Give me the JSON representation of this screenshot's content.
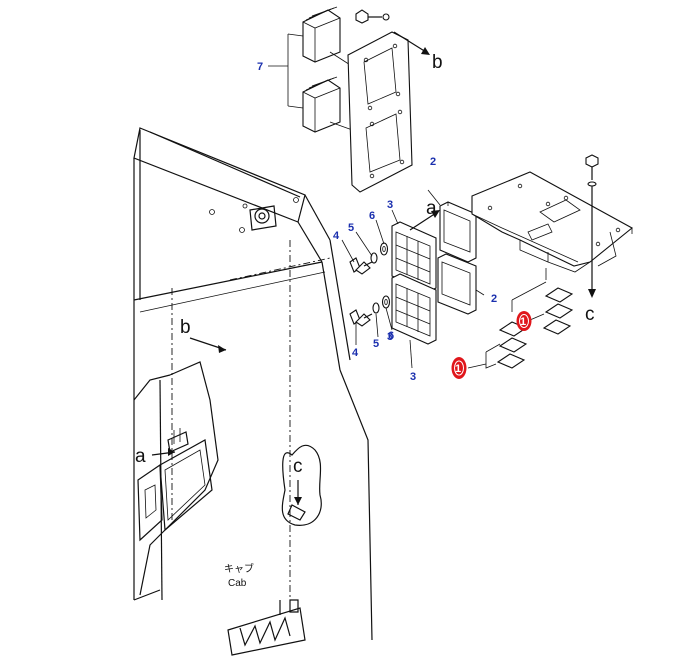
{
  "callouts": {
    "c1_a": "1",
    "c1_b": "1",
    "c2_top": "2",
    "c2_mid": "2",
    "c3_top": "3",
    "c3_mid": "3",
    "c3_bot": "3",
    "c4_top": "4",
    "c4_bot": "4",
    "c5_top": "5",
    "c5_bot": "5",
    "c6_top": "6",
    "c6_bot": "6",
    "c7": "7"
  },
  "refs": {
    "a_filter": "a",
    "a_cab": "a",
    "b_top": "b",
    "b_cab": "b",
    "c_bracket": "c",
    "c_cab": "c"
  },
  "cab_label_jp": "キャブ",
  "cab_label_en": "Cab",
  "colors": {
    "callout_text": "#1a2fae",
    "callout_highlight": "#e0161b",
    "line": "#111111"
  }
}
